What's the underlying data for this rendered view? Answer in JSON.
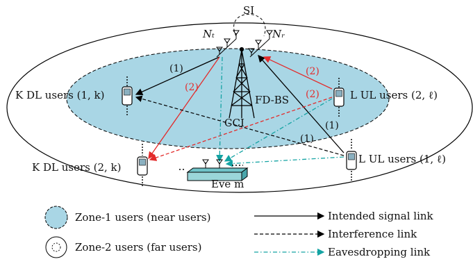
{
  "labels": {
    "si": "SI",
    "nt": "Nₜ",
    "nr": "Nᵣ",
    "fd_bs": "FD-BS",
    "cci": "CCI",
    "k_dl_near": "K DL users (1, k)",
    "k_dl_far": "K DL users (2, k)",
    "l_ul_near": "L UL users (2, ℓ)",
    "l_ul_far": "L UL users (1, ℓ)",
    "eve": "Eve m"
  },
  "link_marks": {
    "black_dl": "(1)",
    "red_dl": "(2)",
    "red_ul_top": "(2)",
    "red_ul_mid": "(2)",
    "black_ul_a": "(1)",
    "black_ul_b": "(1)"
  },
  "legend": {
    "zone1": "Zone-1 users (near users)",
    "zone2": "Zone-2 users (far users)",
    "intended": "Intended signal link",
    "interference": "Interference link",
    "eavesdropping": "Eavesdropping link"
  },
  "colors": {
    "zone1_fill": "#a9d6e5",
    "intended": "#000000",
    "red_link": "#e32b2b",
    "eaves": "#14a3a3"
  }
}
